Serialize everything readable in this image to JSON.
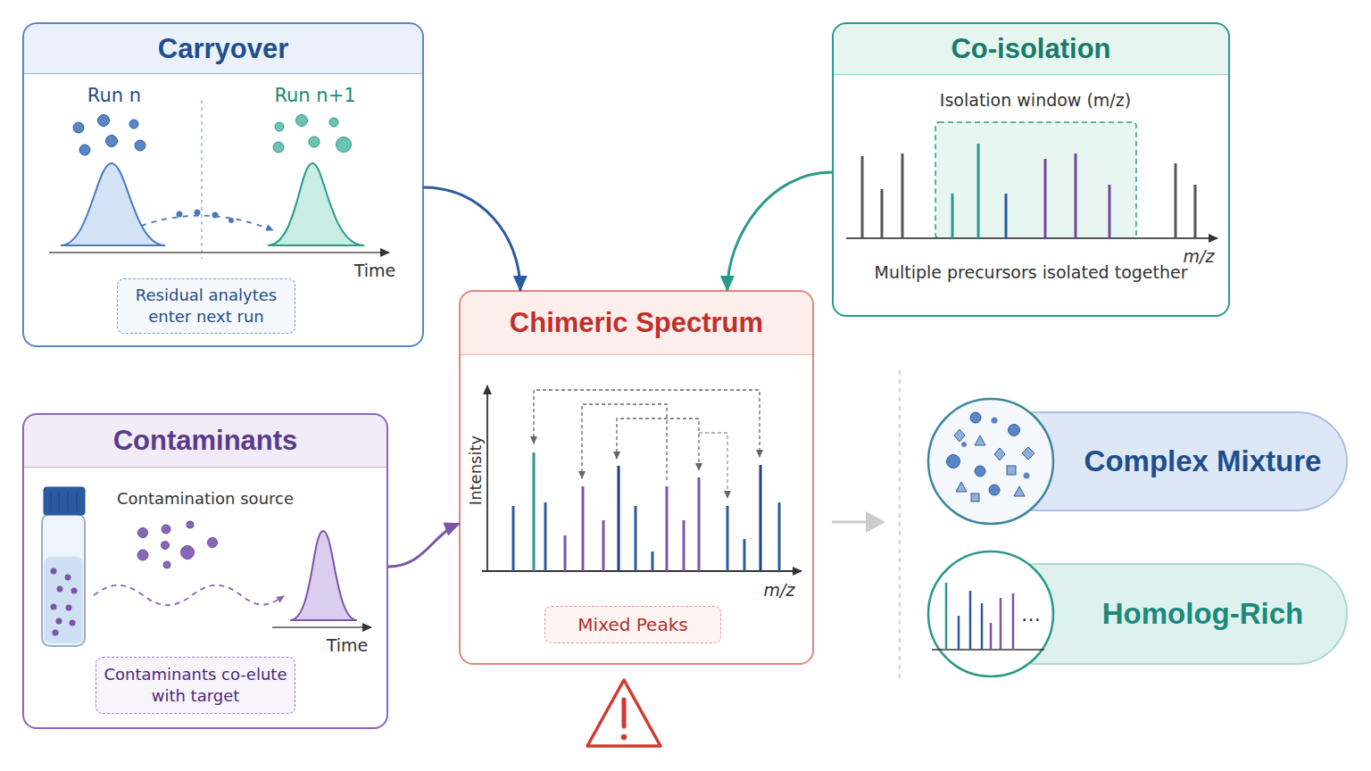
{
  "diagram": {
    "nodes": [
      {
        "text": [
          "Carryover"
        ]
      },
      {
        "text": [
          "Residual analytes enter next run"
        ],
        "in": 0
      },
      {
        "text": [
          "Co-isolation"
        ]
      },
      {
        "text": [
          "Contaminants"
        ]
      },
      {
        "text": [
          "Contaminants co-elute with target"
        ],
        "in": 3
      },
      {
        "text": [
          "Chimeric Spectrum"
        ]
      },
      {
        "text": [
          "Mixed Peaks"
        ],
        "in": 5
      },
      {
        "text": [
          "Complex Mixture"
        ]
      },
      {
        "text": [
          "Homolog-Rich"
        ]
      }
    ],
    "edges": [
      {
        "from": 0,
        "to": 5,
        "arrow": "to"
      },
      {
        "from": 2,
        "to": 5,
        "arrow": "to"
      },
      {
        "from": 3,
        "to": 5,
        "arrow": "to"
      }
    ],
    "labels": [
      "Run n",
      "Run n+1",
      "Time",
      "Isolation window (m/z)",
      "m/z",
      "Multiple precursors isolated together",
      "Contamination source",
      "Time",
      "Intensity",
      "m/z",
      "…"
    ]
  }
}
